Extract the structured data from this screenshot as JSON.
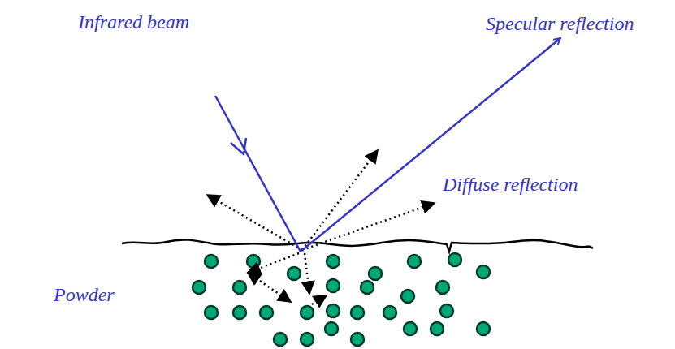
{
  "diagram": {
    "labels": [
      "Infrared beam",
      "Specular reflection",
      "Diffuse reflection",
      "Powder"
    ]
  }
}
